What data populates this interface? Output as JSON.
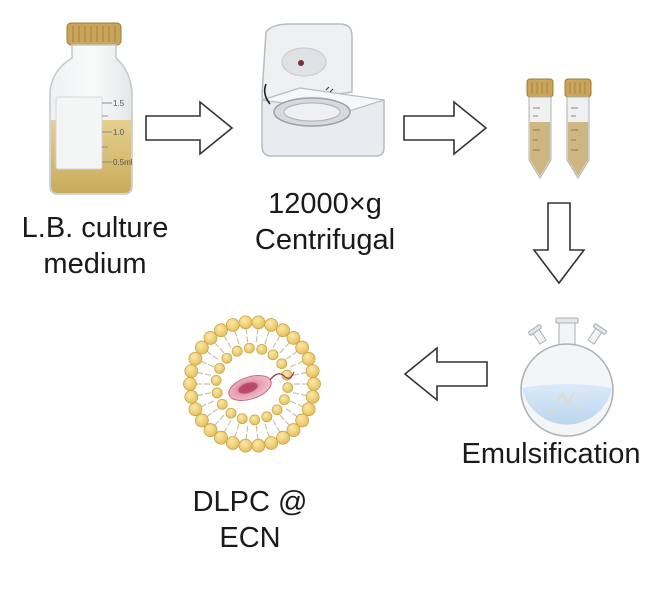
{
  "steps": {
    "culture": {
      "line1": "L.B. culture",
      "line2": "medium"
    },
    "centrifuge": {
      "line1": "12000×g",
      "line2": "Centrifugal"
    },
    "emulsification": {
      "line1": "Emulsification"
    },
    "product": {
      "line1": "DLPC @",
      "line2": "ECN"
    }
  },
  "bottle_marks": {
    "top": "1.5",
    "mid": "1.0",
    "low": "0.5ml"
  },
  "colors": {
    "broth": "#d9c17a",
    "cap": "#c9a45a",
    "lipid_head": "#f1d37a",
    "bacterium": "#e8a3b4",
    "flask_liquid": "#cfe3f6",
    "arrow_outline": "#333333"
  }
}
